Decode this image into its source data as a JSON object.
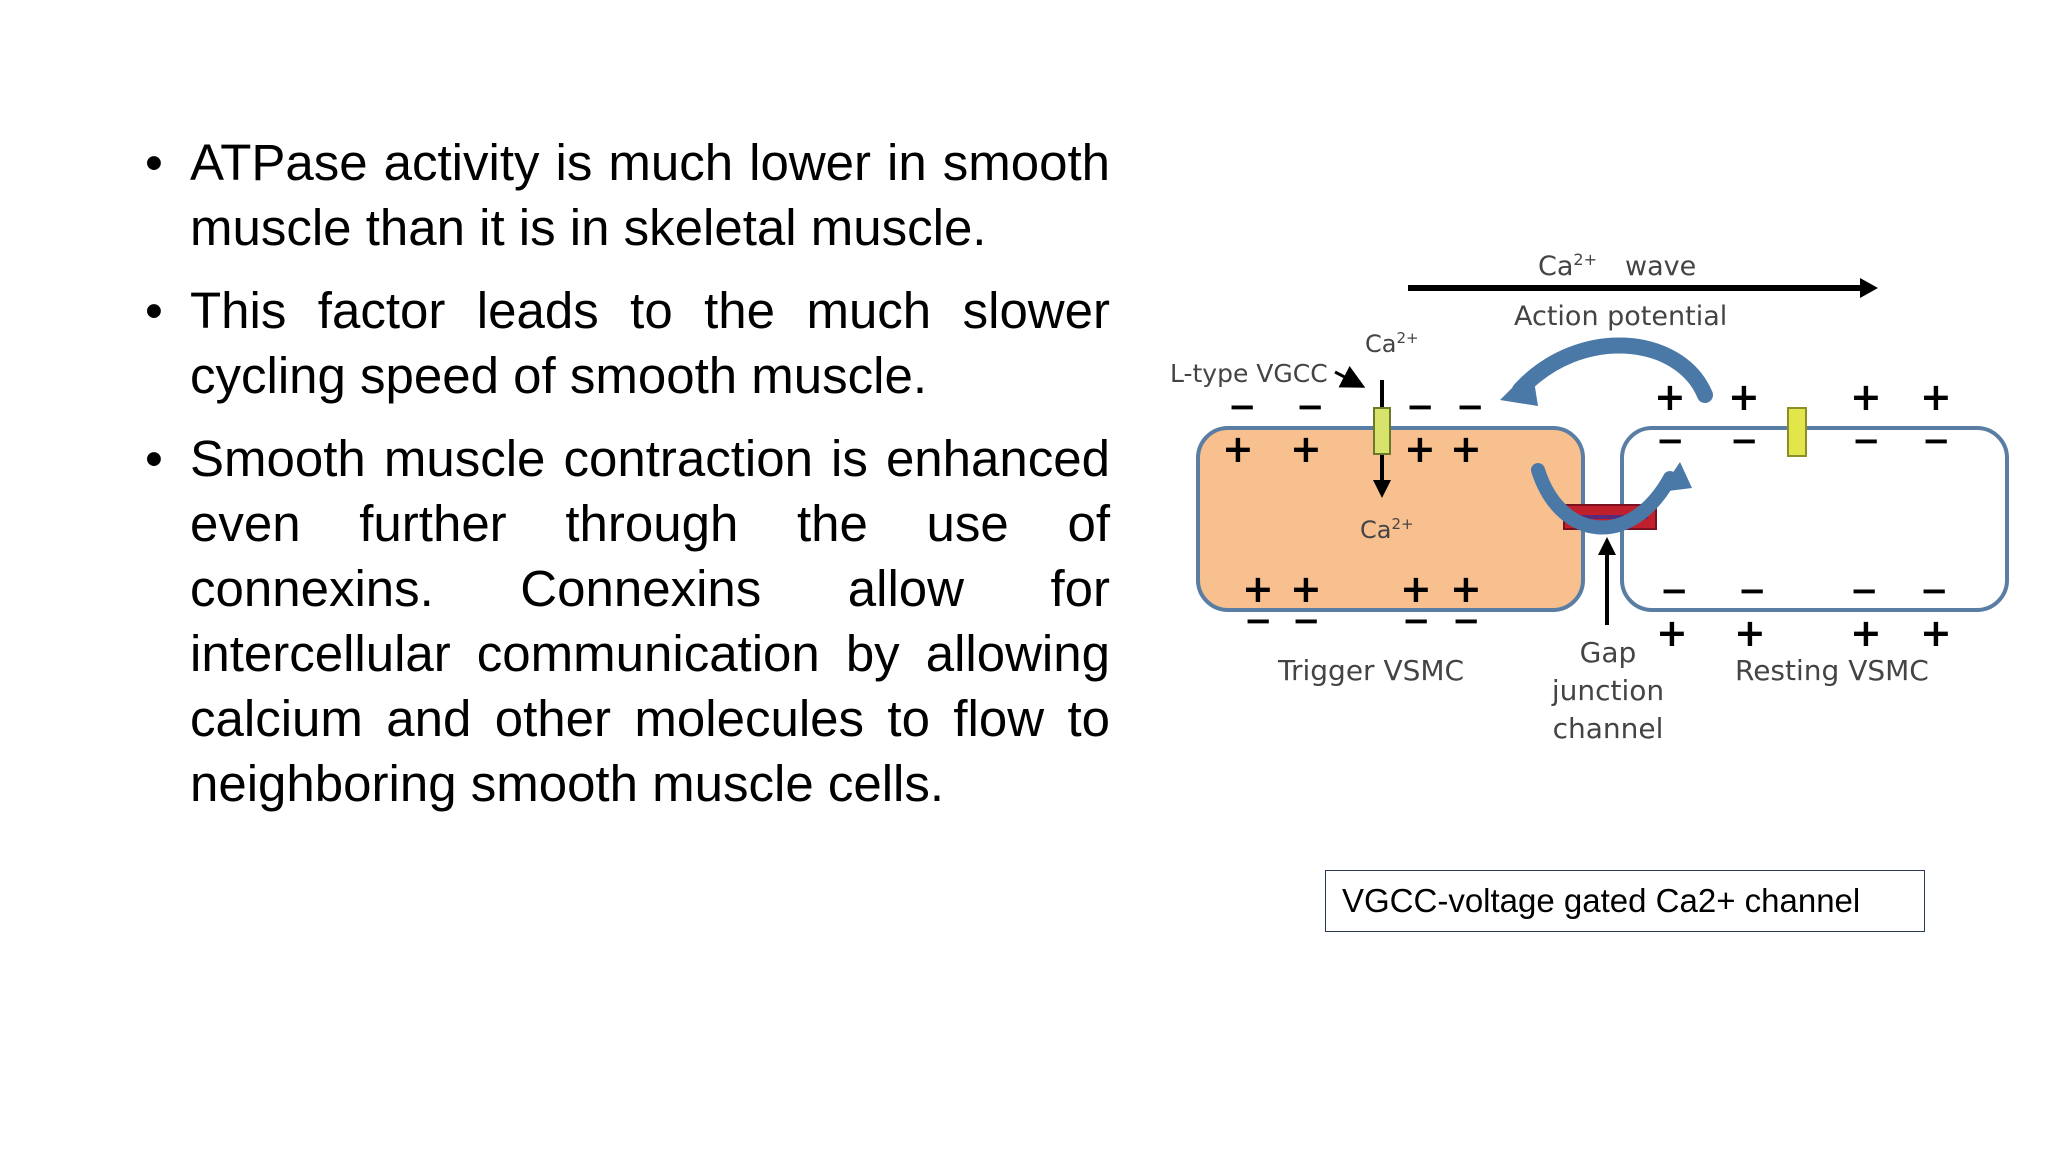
{
  "bullets": [
    {
      "symbol": "•",
      "text": "ATPase activity is much lower in smooth muscle than it is in skeletal muscle."
    },
    {
      "symbol": "•",
      "text": "This factor leads to the much slower cycling speed of smooth muscle."
    },
    {
      "symbol": "•",
      "text": "Smooth muscle contraction is enhanced even further through the use of connexins. Connexins allow for intercellular communication by allowing calcium and other molecules to flow to neighboring smooth muscle cells."
    }
  ],
  "figure": {
    "ca_label": "Ca",
    "ca_sup": "2+",
    "wave_label": "wave",
    "action_potential_label": "Action potential",
    "l_type_label": "L-type VGCC",
    "ca_top_label": "Ca",
    "ca_top_sup": "2+",
    "ca_inside_label": "Ca",
    "ca_inside_sup": "2+",
    "trigger_label": "Trigger VSMC",
    "gap_label_line1": "Gap",
    "gap_label_line2": "junction",
    "gap_label_line3": "channel",
    "resting_label": "Resting VSMC",
    "plus_symbol": "+",
    "minus_symbol": "−",
    "colors": {
      "trigger_fill": "#f7c08e",
      "cell_stroke": "#5a7ea3",
      "channel_fill": "#d7e36b",
      "gap_fill": "#c0202c",
      "arrow_blue": "#4a79a8"
    }
  },
  "caption": "VGCC-voltage gated Ca2+ channel"
}
